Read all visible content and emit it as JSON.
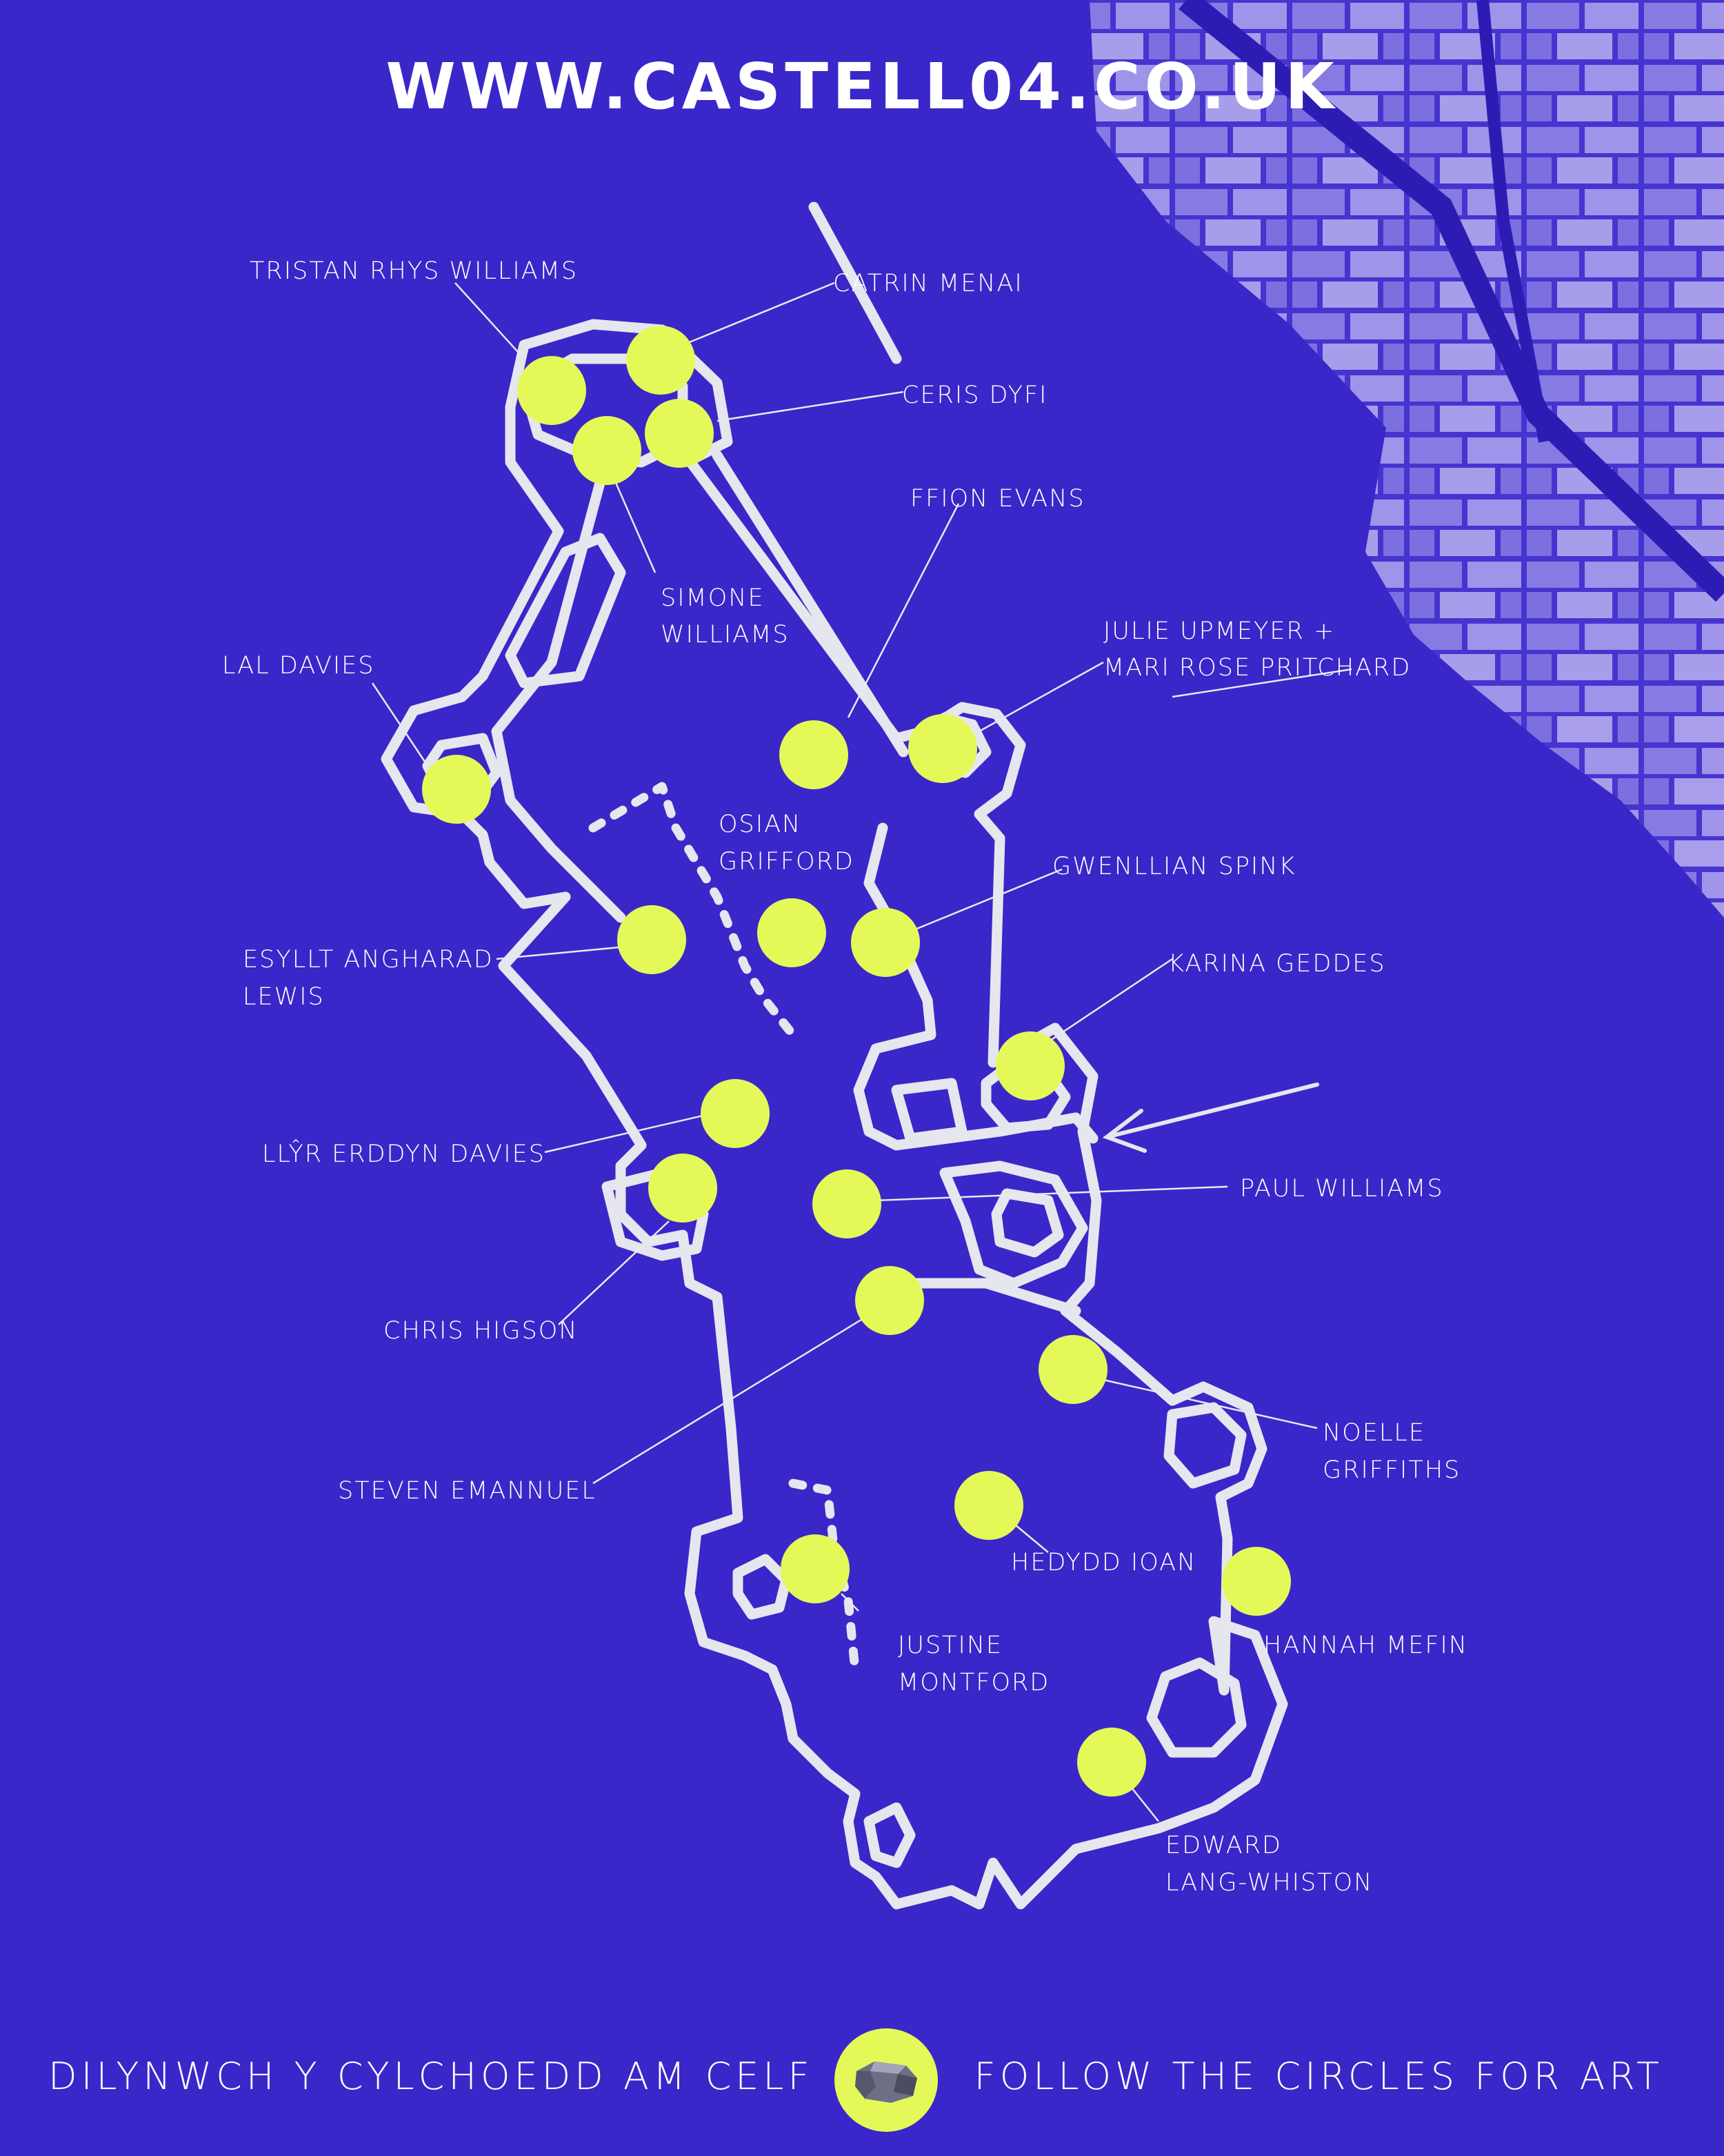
{
  "website": "WWW.CASTELL04.CO.UK",
  "colors": {
    "background": "#3a27c9",
    "outline": "#e6e6ee",
    "marker": "#e4f957",
    "text": "#ffffff"
  },
  "map": {
    "labels": {
      "tristan": "TRISTAN RHYS WILLIAMS",
      "catrin": "CATRIN MENAI",
      "ceris": "CERIS DYFI",
      "simone_1": "SIMONE",
      "simone_2": "WILLIAMS",
      "ffion": "FFION EVANS",
      "julie_1": "JULIE UPMEYER +",
      "julie_2": "MARI ROSE PRITCHARD",
      "lal": "LAL DAVIES",
      "osian_1": "OSIAN",
      "osian_2": "GRIFFORD",
      "gwenllian": "GWENLLIAN SPINK",
      "esyllt_1": "ESYLLT ANGHARAD",
      "esyllt_2": "LEWIS",
      "karina": "KARINA GEDDES",
      "llyr": "LLŶR ERDDYN DAVIES",
      "paul": "PAUL WILLIAMS",
      "chris": "CHRIS HIGSON",
      "steven": "STEVEN EMANNUEL",
      "noelle_1": "NOELLE",
      "noelle_2": "GRIFFITHS",
      "hedydd": "HEDYDD IOAN",
      "justine_1": "JUSTINE",
      "justine_2": "MONTFORD",
      "hannah": "HANNAH MEFIN",
      "edward_1": "EDWARD",
      "edward_2": "LANG-WHISTON"
    }
  },
  "footer": {
    "welsh": "DILYNWCH Y CYLCHOEDD AM CELF",
    "english": "FOLLOW THE CIRCLES FOR ART",
    "icon": "rock-icon"
  }
}
